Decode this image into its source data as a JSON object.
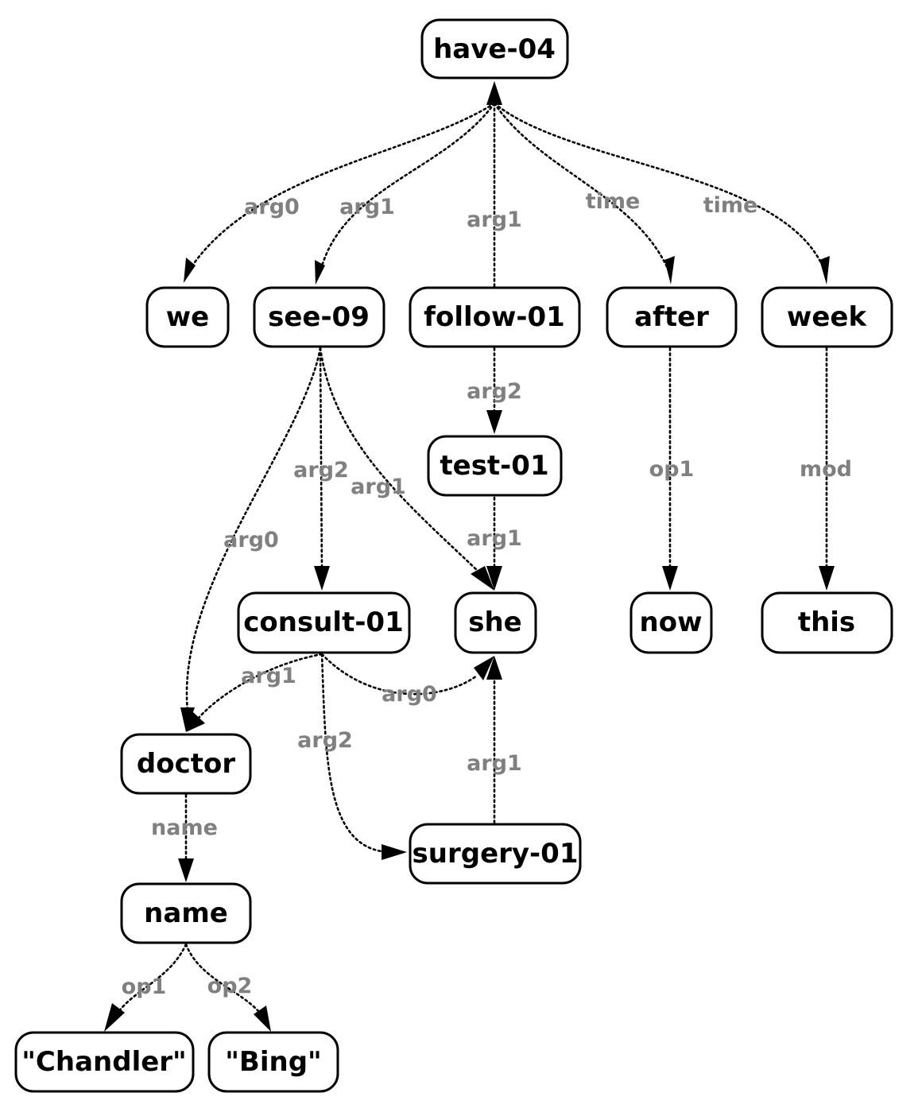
{
  "diagram": {
    "nodes": {
      "have": "have-04",
      "we": "we",
      "see": "see-09",
      "follow": "follow-01",
      "after": "after",
      "week": "week",
      "test": "test-01",
      "consult": "consult-01",
      "she": "she",
      "now": "now",
      "this": "this",
      "doctor": "doctor",
      "surgery": "surgery-01",
      "name": "name",
      "chandler": "\"Chandler\"",
      "bing": "\"Bing\""
    },
    "edges": {
      "have_we": "arg0",
      "have_see": "arg1",
      "follow_have": "arg1",
      "have_after": "time",
      "have_week": "time",
      "follow_test": "arg2",
      "see_doctor": "arg0",
      "see_consult": "arg2",
      "see_she": "arg1",
      "test_she": "arg1",
      "after_now": "op1",
      "week_this": "mod",
      "consult_doctor": "arg1",
      "consult_she": "arg0",
      "consult_surgery": "arg2",
      "surgery_she": "arg1",
      "doctor_name": "name",
      "name_chandler": "op1",
      "name_bing": "op2"
    }
  }
}
